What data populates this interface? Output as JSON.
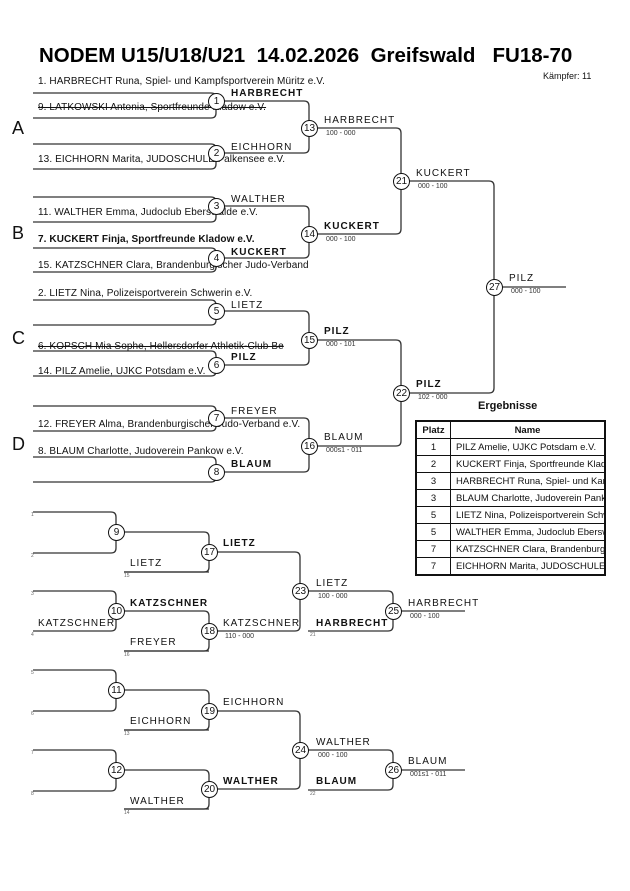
{
  "header": {
    "title": "NODEM U15/U18/U21  14.02.2026  Greifswald   FU18-70",
    "fighters_count": "Kämpfer: 11"
  },
  "pools": [
    "A",
    "B",
    "C",
    "D"
  ],
  "entries": [
    {
      "text": "1. HARBRECHT Runa, Spiel- und Kampfsportverein Müritz e.V.",
      "bold": false,
      "struck": false
    },
    {
      "text": "9. LATKOWSKI Antonia, Sportfreunde Kladow e.V.",
      "bold": false,
      "struck": true
    },
    {
      "text": "13. EICHHORN Marita, JUDOSCHULE Falkensee e.V.",
      "bold": false,
      "struck": false
    },
    {
      "text": "11. WALTHER Emma, Judoclub Eberswalde e.V.",
      "bold": false,
      "struck": false
    },
    {
      "text": "7. KUCKERT Finja, Sportfreunde Kladow e.V.",
      "bold": true,
      "struck": false
    },
    {
      "text": "15. KATZSCHNER Clara, Brandenburgischer Judo-Verband",
      "bold": false,
      "struck": false
    },
    {
      "text": "2. LIETZ Nina, Polizeisportverein Schwerin e.V.",
      "bold": false,
      "struck": false
    },
    {
      "text": "6. KOPSCH Mia Sophe, Hellersdorfer Athletik-Club Be",
      "bold": false,
      "struck": true
    },
    {
      "text": "14. PILZ Amelie, UJKC Potsdam e.V.",
      "bold": false,
      "struck": false
    },
    {
      "text": "12. FREYER Alma, Brandenburgischer Judo-Verband e.V.",
      "bold": false,
      "struck": false
    },
    {
      "text": "8. BLAUM Charlotte, Judoverein Pankow e.V.",
      "bold": false,
      "struck": false
    }
  ],
  "matches": {
    "m1": {
      "winner": "HARBRECHT",
      "bold": true,
      "score": ""
    },
    "m2": {
      "winner": "EICHHORN",
      "bold": false,
      "score": ""
    },
    "m3": {
      "winner": "WALTHER",
      "bold": false,
      "score": ""
    },
    "m4": {
      "winner": "KUCKERT",
      "bold": true,
      "score": ""
    },
    "m5": {
      "winner": "LIETZ",
      "bold": false,
      "score": ""
    },
    "m6": {
      "winner": "PILZ",
      "bold": true,
      "score": ""
    },
    "m7": {
      "winner": "FREYER",
      "bold": false,
      "score": ""
    },
    "m8": {
      "winner": "BLAUM",
      "bold": true,
      "score": ""
    },
    "m13": {
      "winner": "HARBRECHT",
      "bold": false,
      "score": "100 - 000"
    },
    "m14": {
      "winner": "KUCKERT",
      "bold": true,
      "score": "000 - 100"
    },
    "m15": {
      "winner": "PILZ",
      "bold": true,
      "score": "000 - 101"
    },
    "m16": {
      "winner": "BLAUM",
      "bold": false,
      "score": "000s1 - 011"
    },
    "m21": {
      "winner": "KUCKERT",
      "bold": false,
      "score": "000 - 100"
    },
    "m22": {
      "winner": "PILZ",
      "bold": true,
      "score": "102 - 000"
    },
    "m27": {
      "winner": "PILZ",
      "bold": false,
      "score": "000 - 100"
    },
    "m9": {
      "winner": "",
      "score": ""
    },
    "m10": {
      "winner": "KATZSCHNER",
      "bold": true,
      "score": ""
    },
    "m11": {
      "winner": "",
      "score": ""
    },
    "m12": {
      "winner": "",
      "score": ""
    },
    "m17": {
      "winner": "LIETZ",
      "bold": true,
      "score": ""
    },
    "m18": {
      "winner": "KATZSCHNER",
      "bold": false,
      "score": "110 - 000"
    },
    "m19": {
      "winner": "EICHHORN",
      "bold": false,
      "score": ""
    },
    "m20": {
      "winner": "WALTHER",
      "bold": true,
      "score": ""
    },
    "m23": {
      "winner": "LIETZ",
      "bold": false,
      "score": "100 - 000"
    },
    "m24": {
      "winner": "WALTHER",
      "bold": false,
      "score": "000 - 100"
    },
    "m25": {
      "winner": "HARBRECHT",
      "bold": false,
      "score": "000 - 100"
    },
    "m26": {
      "winner": "BLAUM",
      "bold": false,
      "score": "001s1 - 011"
    }
  },
  "repechage_entries": {
    "r10_bottom": {
      "text": "KATZSCHNER",
      "bold": false
    },
    "r17_bottom": {
      "text": "LIETZ",
      "bold": false
    },
    "r18_bottom": {
      "text": "FREYER",
      "bold": false
    },
    "r19_bottom": {
      "text": "EICHHORN",
      "bold": false
    },
    "r20_bottom": {
      "text": "WALTHER",
      "bold": false
    },
    "r25_bottom": {
      "text": "HARBRECHT",
      "bold": true
    },
    "r26_bottom": {
      "text": "BLAUM",
      "bold": true
    }
  },
  "slot_refs": [
    "1",
    "2",
    "3",
    "4",
    "15",
    "16",
    "21",
    "5",
    "6",
    "7",
    "8",
    "13",
    "14",
    "22"
  ],
  "results": {
    "title": "Ergebnisse",
    "columns": [
      "Platz",
      "Name"
    ],
    "rows": [
      {
        "place": "1",
        "name": "PILZ Amelie, UJKC Potsdam e.V."
      },
      {
        "place": "2",
        "name": "KUCKERT Finja, Sportfreunde Kladow e.V."
      },
      {
        "place": "3",
        "name": "HARBRECHT Runa, Spiel- und Kampfsportverein Müritz e.V."
      },
      {
        "place": "3",
        "name": "BLAUM Charlotte, Judoverein Pankow e.V."
      },
      {
        "place": "5",
        "name": "LIETZ Nina, Polizeisportverein Schwerin e.V."
      },
      {
        "place": "5",
        "name": "WALTHER Emma, Judoclub Eberswalde e.V."
      },
      {
        "place": "7",
        "name": "KATZSCHNER Clara, Brandenburgischer Judo-Verband"
      },
      {
        "place": "7",
        "name": "EICHHORN Marita, JUDOSCHULE Falkensee e.V."
      }
    ]
  }
}
